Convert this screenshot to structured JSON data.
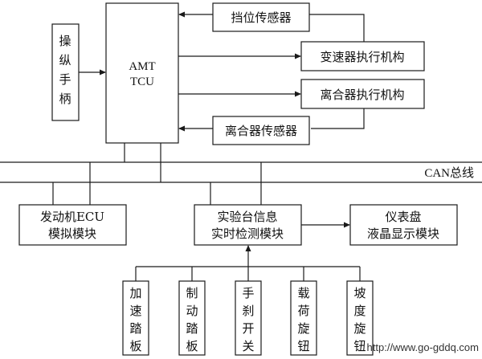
{
  "blocks": {
    "tcu": {
      "line1": "AMT",
      "line2": "TCU"
    },
    "lever": {
      "chars": [
        "操",
        "纵",
        "手",
        "柄"
      ]
    },
    "gear_sensor": "挡位传感器",
    "trans_actuator": "变速器执行机构",
    "clutch_actuator": "离合器执行机构",
    "clutch_sensor": "离合器传感器",
    "can_bus": "CAN总线",
    "ecu_sim": {
      "line1": "发动机ECU",
      "line2": "模拟模块"
    },
    "monitor": {
      "line1": "实验台信息",
      "line2": "实时检测模块"
    },
    "dashboard": {
      "line1": "仪表盘",
      "line2": "液晶显示模块"
    },
    "inputs": [
      {
        "chars": [
          "加",
          "速",
          "踏",
          "板"
        ]
      },
      {
        "chars": [
          "制",
          "动",
          "踏",
          "板"
        ]
      },
      {
        "chars": [
          "手",
          "刹",
          "开",
          "关"
        ]
      },
      {
        "chars": [
          "载",
          "荷",
          "旋",
          "钮"
        ]
      },
      {
        "chars": [
          "坡",
          "度",
          "旋",
          "钮"
        ]
      }
    ]
  },
  "watermark": "http://www.go-gddq.com"
}
